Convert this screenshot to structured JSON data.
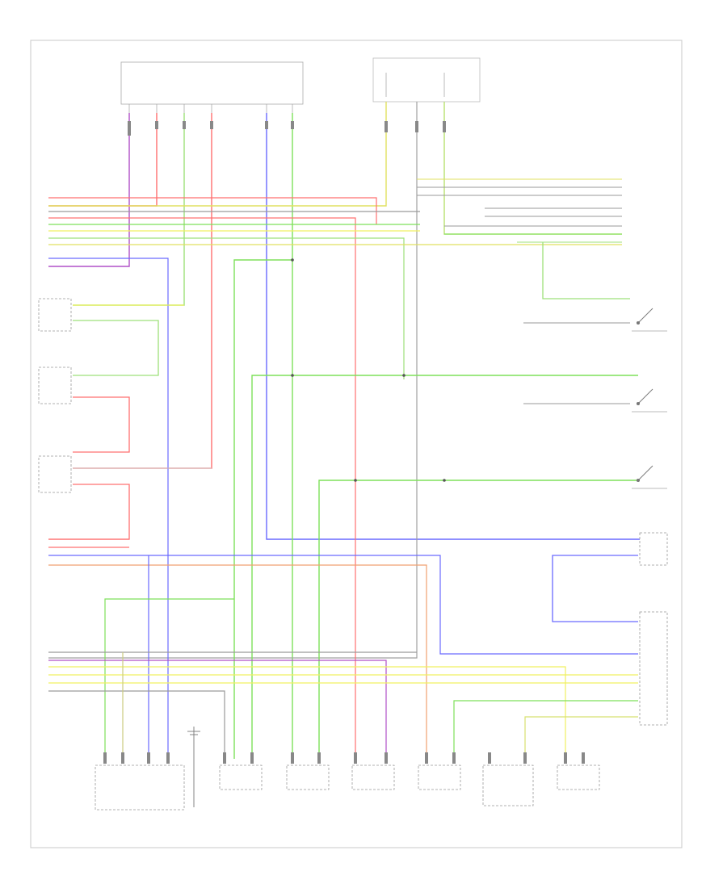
{
  "diagram": {
    "footer_code": "",
    "wire_colors": {
      "red": "#ff6b6b",
      "green": "#7ee05a",
      "blue": "#6a6aff",
      "yellow": "#f5f06a",
      "purple": "#b050c8",
      "gray": "#9a9a9a",
      "orange": "#f0a070",
      "frame": "#c8c8c8"
    },
    "components": [
      {
        "id": "top-module",
        "label": "",
        "icon": "connector-box"
      },
      {
        "id": "top-relay",
        "label": "",
        "icon": "connector-box"
      },
      {
        "id": "left-sensor-1",
        "label": "",
        "icon": "sensor-switch"
      },
      {
        "id": "left-sensor-2",
        "label": "",
        "icon": "sensor-switch"
      },
      {
        "id": "left-sensor-3",
        "label": "",
        "icon": "sensor-switch"
      },
      {
        "id": "right-switch-1",
        "label": "",
        "icon": "switch"
      },
      {
        "id": "right-switch-2",
        "label": "",
        "icon": "switch"
      },
      {
        "id": "right-switch-3",
        "label": "",
        "icon": "switch"
      },
      {
        "id": "right-connector-block",
        "label": "",
        "icon": "connector-box"
      },
      {
        "id": "bottom-conn-1",
        "label": "",
        "icon": "connector"
      },
      {
        "id": "bottom-conn-2",
        "label": "",
        "icon": "connector"
      },
      {
        "id": "bottom-conn-3",
        "label": "",
        "icon": "connector"
      },
      {
        "id": "bottom-conn-4",
        "label": "",
        "icon": "connector"
      },
      {
        "id": "bottom-conn-5",
        "label": "",
        "icon": "connector"
      },
      {
        "id": "bottom-conn-6",
        "label": "",
        "icon": "connector"
      },
      {
        "id": "bottom-conn-7",
        "label": "",
        "icon": "connector"
      },
      {
        "id": "ground",
        "label": "",
        "icon": "ground-symbol"
      }
    ]
  }
}
